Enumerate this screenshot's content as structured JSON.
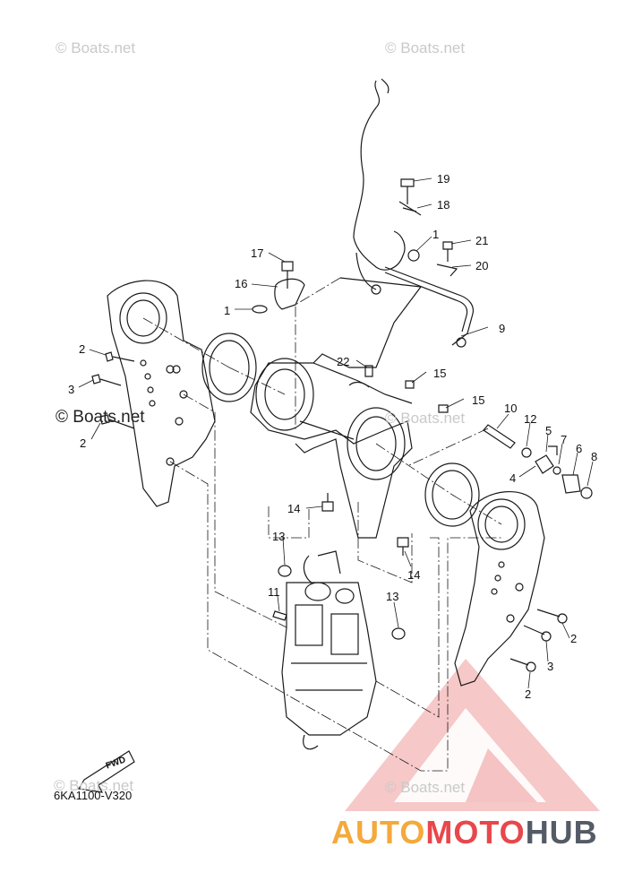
{
  "watermark": {
    "text": "© Boats.net",
    "dark_text": "© Boats.net"
  },
  "callouts": {
    "c1a": "1",
    "c1b": "1",
    "c2a": "2",
    "c2b": "2",
    "c2c": "2",
    "c2d": "2",
    "c3a": "3",
    "c3b": "3",
    "c4": "4",
    "c5": "5",
    "c6": "6",
    "c7": "7",
    "c8": "8",
    "c9": "9",
    "c10": "10",
    "c11": "11",
    "c12": "12",
    "c13a": "13",
    "c13b": "13",
    "c14a": "14",
    "c14b": "14",
    "c15a": "15",
    "c15b": "15",
    "c16": "16",
    "c17": "17",
    "c18": "18",
    "c19": "19",
    "c20": "20",
    "c21": "21",
    "c22": "22"
  },
  "diagram_code": "6KA1100-V320",
  "fwd_label": "FWD",
  "brand": {
    "part1": "AUTO",
    "part2": "MOTO",
    "part3": "HUB"
  },
  "colors": {
    "line": "#1a1a1a",
    "watermark": "#c9c9c9",
    "brand_auto": "#f4a93c",
    "brand_moto": "#e8474b",
    "brand_hub": "#555b66"
  }
}
